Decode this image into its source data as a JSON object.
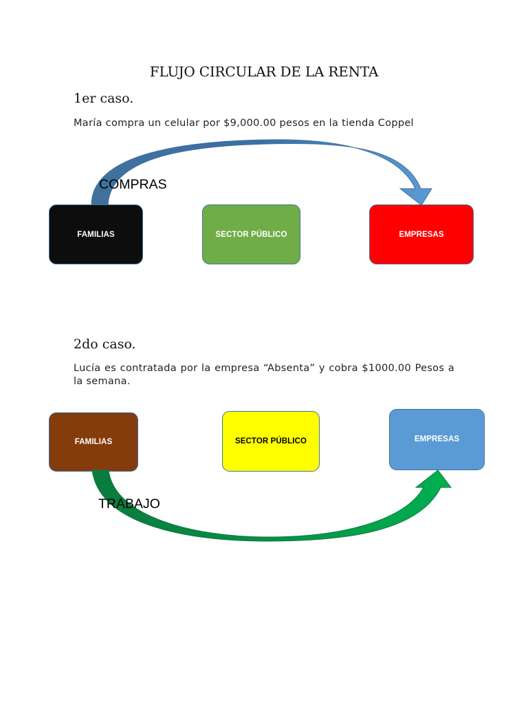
{
  "document": {
    "title": "FLUJO CIRCULAR DE LA RENTA"
  },
  "case1": {
    "heading": "1er caso.",
    "text": "María compra un celular por $9,000.00 pesos en la tienda Coppel",
    "flow_label": "COMPRAS",
    "boxes": {
      "familias": {
        "label": "FAMILIAS",
        "color": "#0d0d0d"
      },
      "sector": {
        "label": "SECTOR PÚBLICO",
        "color": "#70ad47"
      },
      "empresas": {
        "label": "EMPRESAS",
        "color": "#ff0000"
      }
    },
    "arrow_color": "#5b9bd5"
  },
  "case2": {
    "heading": "2do caso.",
    "text": "Lucía es contratada por la empresa “Absenta” y cobra $1000.00 Pesos a la semana.",
    "flow_label": "TRABAJO",
    "boxes": {
      "familias": {
        "label": "FAMILIAS",
        "color": "#843c0c"
      },
      "sector": {
        "label": "SECTOR PÚBLICO",
        "color": "#ffff00"
      },
      "empresas": {
        "label": "EMPRESAS",
        "color": "#5b9bd5"
      }
    },
    "arrow_color": "#00b050"
  }
}
